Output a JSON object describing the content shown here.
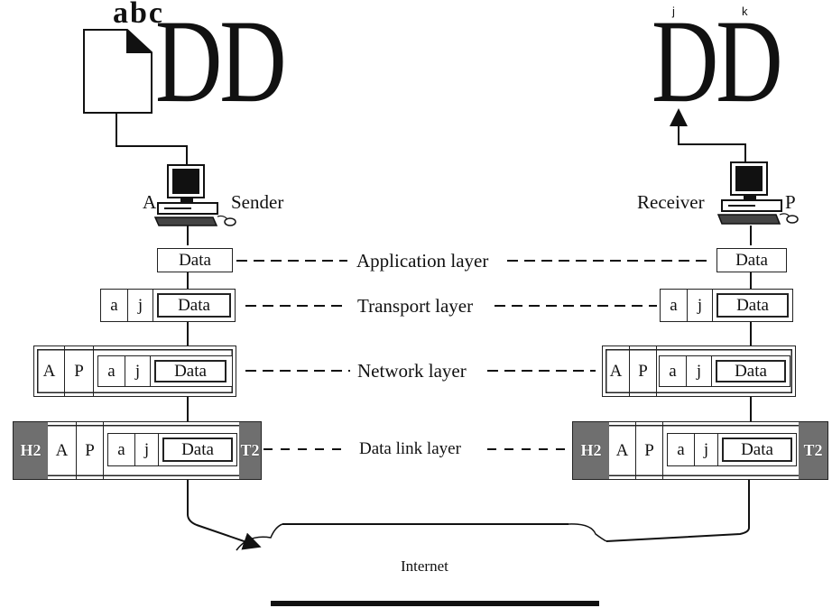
{
  "top_letters": {
    "left": "abc",
    "right_j": "j",
    "right_k": "k"
  },
  "big_glyphs": {
    "left": "DD",
    "right": "DD"
  },
  "hosts": {
    "sender": {
      "id": "A",
      "role": "Sender"
    },
    "receiver": {
      "id": "P",
      "role": "Receiver"
    }
  },
  "layers": {
    "application": "Application layer",
    "transport": "Transport layer",
    "network": "Network layer",
    "datalink": "Data link layer"
  },
  "packets": {
    "data": "Data",
    "transport_src": "a",
    "transport_dst": "j",
    "network_src": "A",
    "network_dst": "P",
    "link_header": "H2",
    "link_trailer": "T2"
  },
  "network_cloud": "Internet"
}
